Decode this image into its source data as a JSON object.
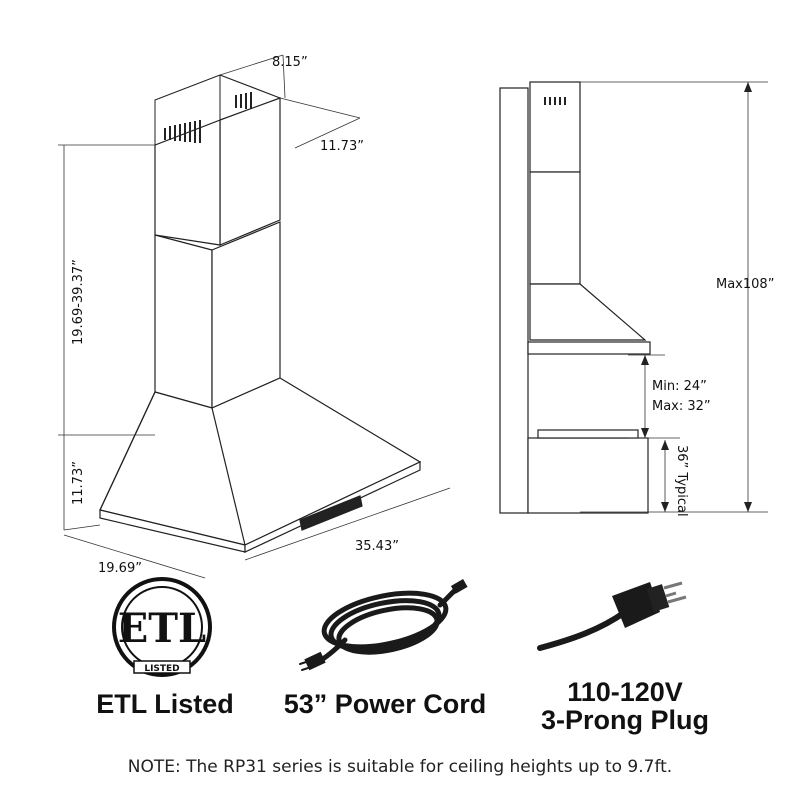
{
  "front_view": {
    "dims": {
      "chimney_depth": "8.15”",
      "chimney_width": "11.73”",
      "chimney_height": "19.69-39.37”",
      "hood_height": "11.73”",
      "hood_depth": "19.69”",
      "hood_width": "35.43”"
    }
  },
  "side_view": {
    "dims": {
      "max_height": "Max108”",
      "clearance_min": "Min: 24”",
      "clearance_max": "Max: 32”",
      "counter_height": "36” Typical"
    }
  },
  "features": {
    "etl_logo_text": "ETL",
    "etl_logo_sub": "LISTED",
    "etl_label": "ETL Listed",
    "cord_label": "53” Power Cord",
    "plug_label_line1": "110-120V",
    "plug_label_line2": "3-Prong Plug"
  },
  "note": "NOTE: The RP31 series is suitable for ceiling heights up to 9.7ft.",
  "colors": {
    "line": "#222222",
    "cord": "#1a1a1a"
  }
}
